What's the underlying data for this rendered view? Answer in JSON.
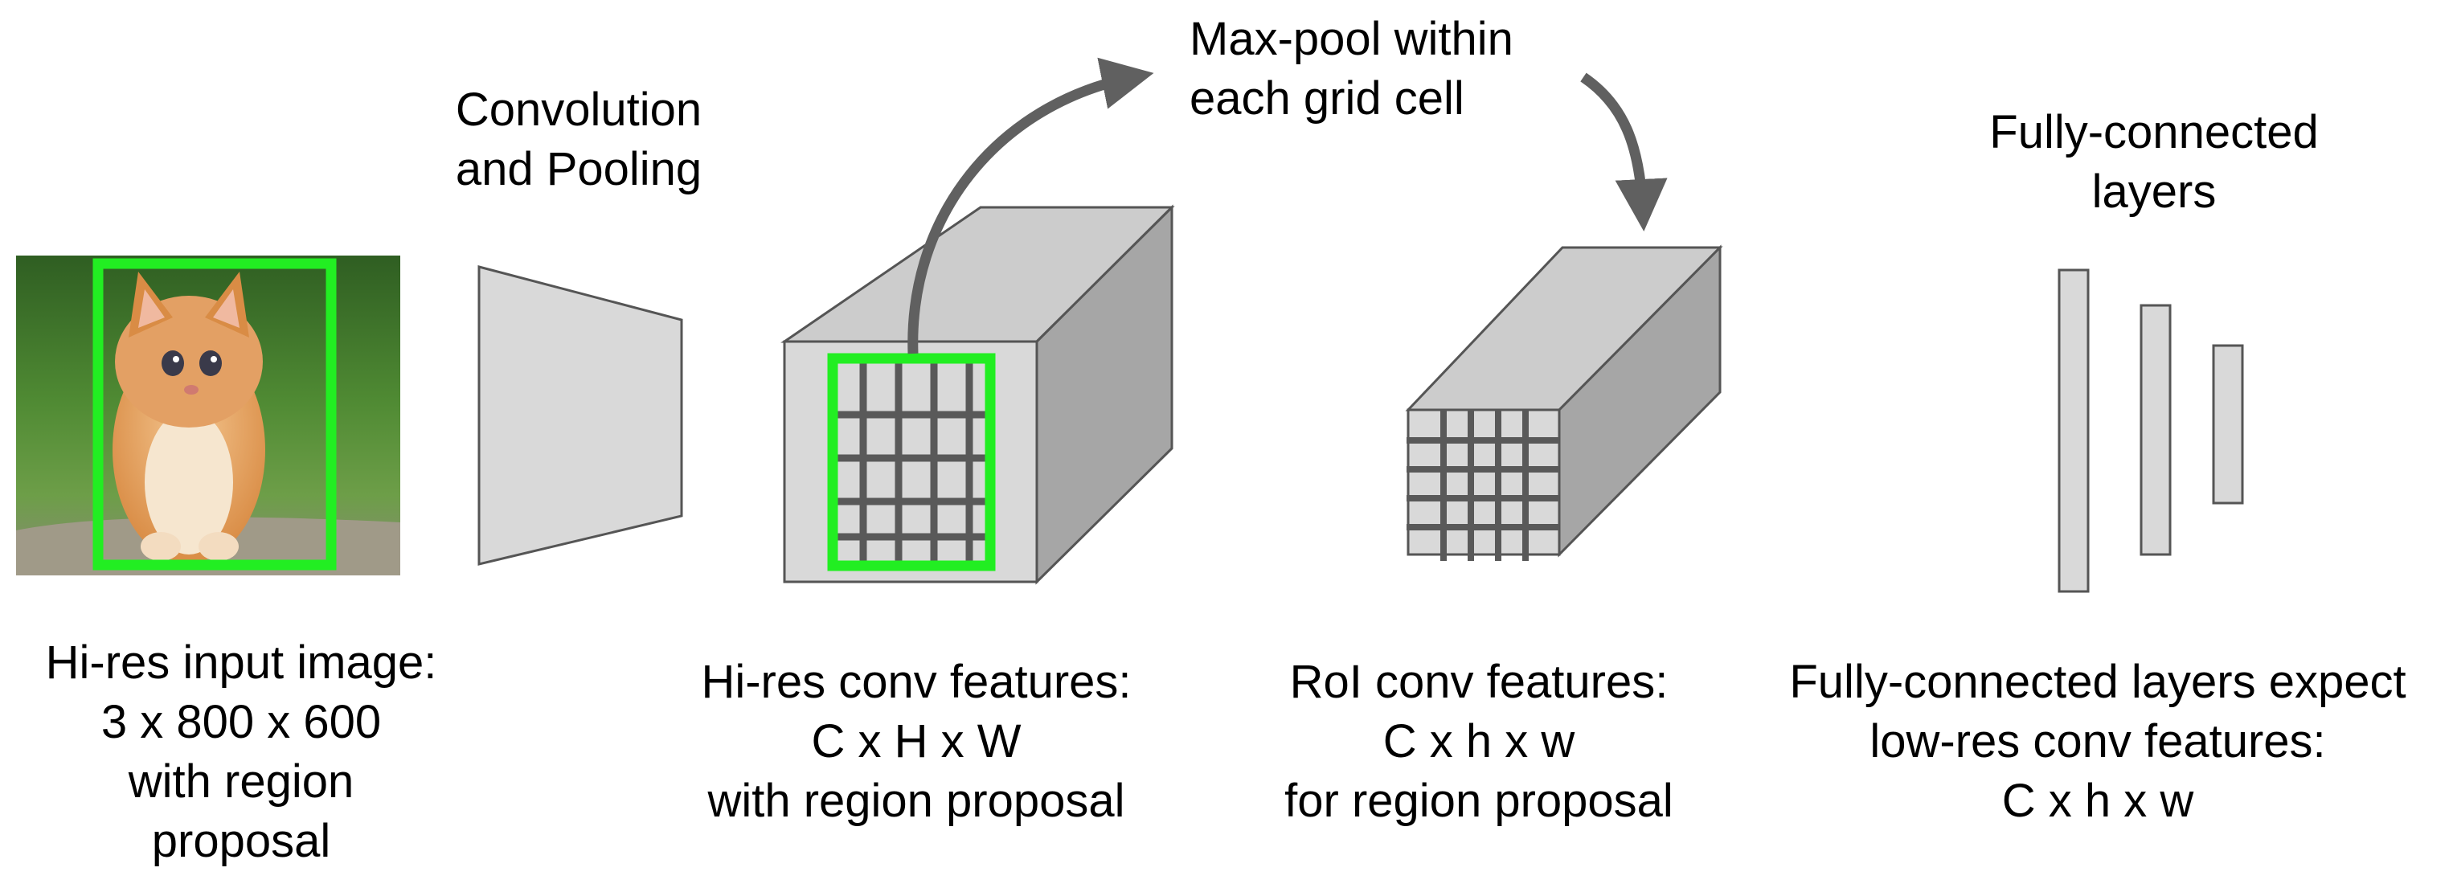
{
  "labels": {
    "conv_pool": [
      "Convolution",
      "and Pooling"
    ],
    "maxpool": [
      "Max-pool within",
      "each grid cell"
    ],
    "fc_title": [
      "Fully-connected",
      "layers"
    ],
    "input": [
      "Hi-res input image:",
      "3 x 800 x 600",
      "with region",
      "proposal"
    ],
    "hires": [
      "Hi-res conv features:",
      "C x H x W",
      "with region proposal"
    ],
    "roi": [
      "RoI conv features:",
      "C x h x w",
      "for region proposal"
    ],
    "fc_expect": [
      "Fully-connected layers expect",
      "low-res conv features:",
      "C x h x w"
    ]
  },
  "colors": {
    "box_front": "#d9d9d9",
    "box_top": "#cccccc",
    "box_side": "#a6a6a6",
    "outline": "#555555",
    "grid": "#595959",
    "proposal": "#22ee22",
    "arrow": "#606060"
  },
  "icons": {
    "input_image": "kitten-photo"
  }
}
